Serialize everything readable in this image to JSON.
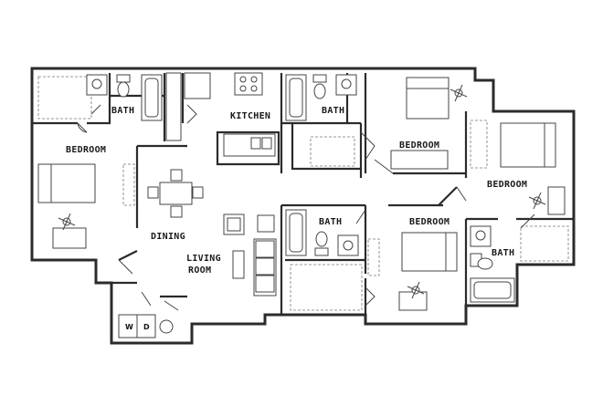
{
  "rooms": {
    "bath_1": "BATH",
    "bedroom_1": "BEDROOM",
    "kitchen": "KITCHEN",
    "bath_2": "BATH",
    "bedroom_2": "BEDROOM",
    "bedroom_3": "BEDROOM",
    "dining": "DINING",
    "living_line1": "LIVING",
    "living_line2": "ROOM",
    "bath_3": "BATH",
    "bedroom_4": "BEDROOM",
    "bath_4": "BATH"
  },
  "laundry": {
    "washer": "W",
    "dryer": "D"
  }
}
